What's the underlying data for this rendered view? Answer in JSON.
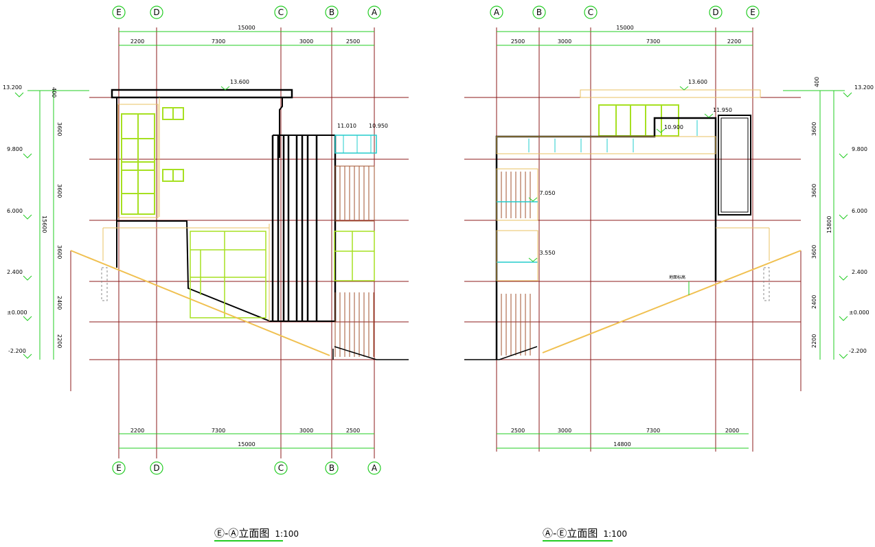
{
  "left_elevation": {
    "title": "Ⓔ-Ⓐ立面图",
    "scale": "1:100",
    "axes": [
      "E",
      "D",
      "C",
      "B",
      "A"
    ],
    "overall_dimension": "15000",
    "bay_dimensions": [
      "2200",
      "7300",
      "3000",
      "2500"
    ],
    "level_marks": [
      "13.200",
      "9.800",
      "6.000",
      "2.400",
      "±0.000",
      "-2.200"
    ],
    "vertical_dimensions": [
      "400",
      "3600",
      "3600",
      "3600",
      "2400",
      "2200"
    ],
    "total_height": "15600",
    "spot_elevations": [
      "13.600",
      "11.010",
      "10.950"
    ]
  },
  "right_elevation": {
    "title": "Ⓐ-Ⓔ立面图",
    "scale": "1:100",
    "axes": [
      "A",
      "B",
      "C",
      "D",
      "E"
    ],
    "overall_dimension_top": "15000",
    "bay_dimensions_top": [
      "2500",
      "3000",
      "7300",
      "2200"
    ],
    "bay_dimensions_bottom": [
      "2500",
      "3000",
      "7300",
      "2000"
    ],
    "overall_dimension_bottom": "14800",
    "level_marks": [
      "13.200",
      "9.800",
      "6.000",
      "2.400",
      "±0.000",
      "-2.200"
    ],
    "vertical_dimensions": [
      "400",
      "3600",
      "3600",
      "3600",
      "2400",
      "2200"
    ],
    "total_height": "15800",
    "spot_elevations": [
      "13.600",
      "11.950",
      "10.900",
      "7.050",
      "3.550"
    ],
    "note": "地面标高"
  },
  "colors": {
    "axis_bubble": "#22cc22",
    "level_line": "#8b1a1a",
    "dimension_line": "#22cc22",
    "building_outline": "#000000",
    "facade_detail": "#e8c060",
    "window_frame": "#a6e020",
    "glass_line": "#22cccc",
    "grade_line": "#f0c050",
    "louvre": "#a0522d"
  }
}
